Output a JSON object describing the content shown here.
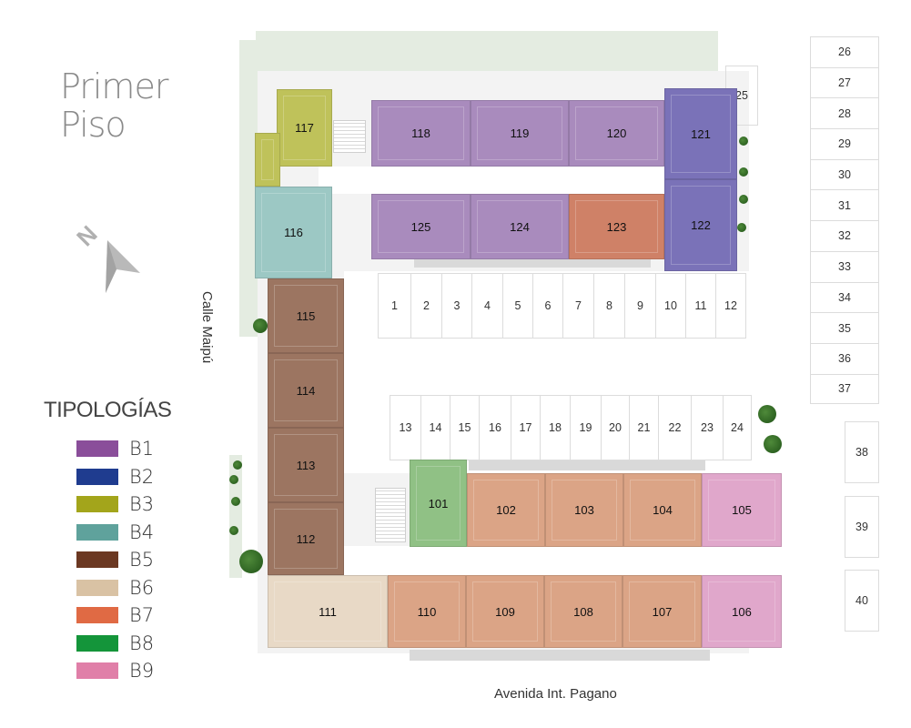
{
  "title": "Primer Piso",
  "streets": {
    "west": "Calle Maipú",
    "south": "Avenida Int. Pagano"
  },
  "compass": {
    "label": "N",
    "icon": "north-arrow-icon"
  },
  "legend": {
    "title": "TIPOLOGÍAS",
    "items": [
      {
        "label": "B1",
        "color": "#8a4e9a"
      },
      {
        "label": "B2",
        "color": "#1f3c8f"
      },
      {
        "label": "B3",
        "color": "#a3a51b"
      },
      {
        "label": "B4",
        "color": "#5fa29c"
      },
      {
        "label": "B5",
        "color": "#6b3822"
      },
      {
        "label": "B6",
        "color": "#d9c2a4"
      },
      {
        "label": "B7",
        "color": "#e06a44"
      },
      {
        "label": "B8",
        "color": "#14953a"
      },
      {
        "label": "B9",
        "color": "#e07fa8"
      }
    ]
  },
  "unit_colors": {
    "B1": "#a98bbd",
    "B2": "#7a72b8",
    "B3": "#bfc25a",
    "B4": "#9cc8c4",
    "B5": "#9c7561",
    "B6": "#e8d9c6",
    "B7": "#dba486",
    "B7b": "#cf8167",
    "B8": "#90c185",
    "B9": "#e0a7cb"
  },
  "units": [
    {
      "label": "117",
      "type": "B3"
    },
    {
      "label": "118",
      "type": "B1"
    },
    {
      "label": "119",
      "type": "B1"
    },
    {
      "label": "120",
      "type": "B1"
    },
    {
      "label": "121",
      "type": "B2"
    },
    {
      "label": "116",
      "type": "B4"
    },
    {
      "label": "125",
      "type": "B1"
    },
    {
      "label": "124",
      "type": "B1"
    },
    {
      "label": "123",
      "type": "B7b"
    },
    {
      "label": "122",
      "type": "B2"
    },
    {
      "label": "115",
      "type": "B5"
    },
    {
      "label": "114",
      "type": "B5"
    },
    {
      "label": "113",
      "type": "B5"
    },
    {
      "label": "112",
      "type": "B5"
    },
    {
      "label": "101",
      "type": "B8"
    },
    {
      "label": "102",
      "type": "B7"
    },
    {
      "label": "103",
      "type": "B7"
    },
    {
      "label": "104",
      "type": "B7"
    },
    {
      "label": "105",
      "type": "B9"
    },
    {
      "label": "111",
      "type": "B6"
    },
    {
      "label": "110",
      "type": "B7"
    },
    {
      "label": "109",
      "type": "B7"
    },
    {
      "label": "108",
      "type": "B7"
    },
    {
      "label": "107",
      "type": "B7"
    },
    {
      "label": "106",
      "type": "B9"
    }
  ],
  "parking": {
    "row_top": [
      "1",
      "2",
      "3",
      "4",
      "5",
      "6",
      "7",
      "8",
      "9",
      "10",
      "11",
      "12"
    ],
    "row_mid": [
      "13",
      "14",
      "15",
      "16",
      "17",
      "18",
      "19",
      "20",
      "21",
      "22",
      "23",
      "24"
    ],
    "right_col": [
      "26",
      "27",
      "28",
      "29",
      "30",
      "31",
      "32",
      "33",
      "34",
      "35",
      "36",
      "37"
    ],
    "right_large": [
      "38",
      "39",
      "40"
    ],
    "single": "25"
  }
}
